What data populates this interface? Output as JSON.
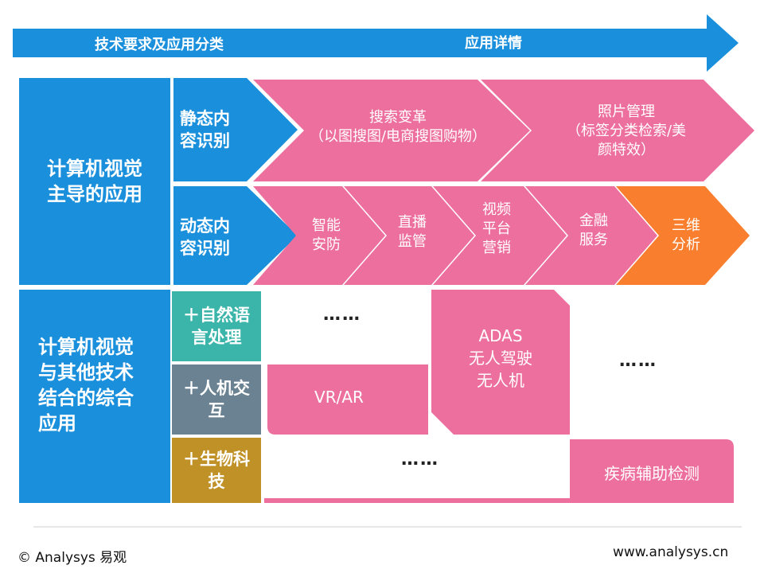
{
  "header": {
    "left": "技术要求及应用分类",
    "right": "应用详情"
  },
  "categories": {
    "cv_led": "计算机视觉\n主导的应用",
    "cv_combined": "计算机视觉\n与其他技术\n结合的综合\n应用"
  },
  "subcategories": {
    "static": "静态内\n容识别",
    "dynamic": "动态内\n容识别",
    "nlp": "＋自然语\n言处理",
    "hci": "＋人机交\n互",
    "bio": "＋生物科\n技"
  },
  "static_apps": [
    "搜索变革\n（以图搜图/电商搜图购物）",
    "照片管理\n（标签分类检索/美\n颜特效）"
  ],
  "dynamic_apps": [
    "智能\n安防",
    "直播\n监管",
    "视频\n平台\n营销",
    "金融\n服务",
    "三维\n分析"
  ],
  "combined_apps": {
    "nlp_more": "……",
    "vr_ar": "VR/AR",
    "adas": "ADAS\n无人驾驶\n无人机",
    "right_more": "……",
    "bio_more": "……",
    "disease": "疾病辅助检测"
  },
  "footer": {
    "copyright": "© Analysys 易观",
    "website": "www.analysys.cn"
  },
  "colors": {
    "blue": "#1a8fdc",
    "pink": "#ec6f9e",
    "orange": "#f97e2d",
    "teal": "#3bb5a9",
    "slate": "#6a8292",
    "gold": "#c09127"
  }
}
